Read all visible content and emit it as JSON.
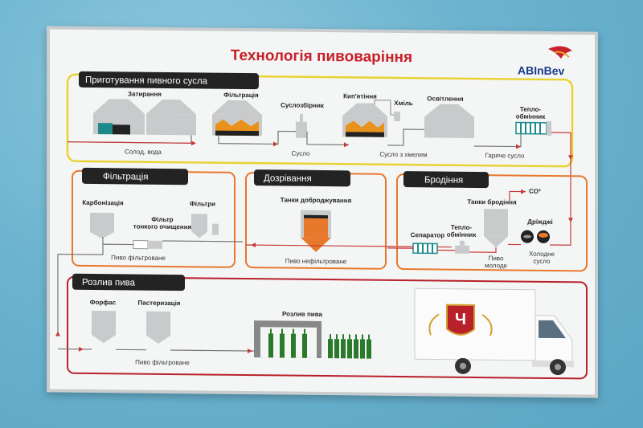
{
  "title": "Технологія пивоваріння",
  "logo_text": "ABInBev",
  "colors": {
    "title_red": "#c8202a",
    "yellow": "#e9d234",
    "orange": "#e8782c",
    "red": "#b8202a",
    "flow": "#c83a3a",
    "vessel": "#c9cacb",
    "dark_header": "#232323"
  },
  "sections": {
    "wort": {
      "header": "Приготування пивного сусла",
      "labels": {
        "mashing": "Затирання",
        "filtration": "Фільтрація",
        "collector": "Суслозбірник",
        "boiling": "Кип'ятіння",
        "hops": "Хміль",
        "clarification": "Освітлення",
        "heat_exchanger": "Тепло-\nобмінник"
      },
      "flow_labels": {
        "malt_water": "Солод, вода",
        "wort": "Сусло",
        "hopped_wort": "Сусло з хмелем",
        "hot_wort": "Гаряче сусло"
      }
    },
    "filtration": {
      "header": "Фільтрація",
      "labels": {
        "carbonization": "Карбонізація",
        "fine_filter": "Фільтр\nтонкого очищення",
        "filters": "Фільтри"
      },
      "flow_label": "Пиво фільтроване"
    },
    "maturation": {
      "header": "Дозрівання",
      "labels": {
        "tanks": "Танки доброджування"
      },
      "flow_label": "Пиво нефільтроване"
    },
    "fermentation": {
      "header": "Бродіння",
      "labels": {
        "co2": "CO²",
        "tanks": "Танки бродіння",
        "yeast": "Дріжджі",
        "separator": "Сепаратор",
        "heat_exchanger": "Тепло-\nобмінник",
        "young_beer": "Пиво\nмолоде",
        "cold_wort": "Холодне\nсусло"
      }
    },
    "bottling": {
      "header": "Розлив пива",
      "labels": {
        "forfas": "Форфас",
        "pasteurization": "Пастеризація",
        "bottling": "Розлив пива"
      },
      "flow_label": "Пиво фільтроване"
    }
  },
  "truck": {
    "logo_letter": "Ч"
  }
}
